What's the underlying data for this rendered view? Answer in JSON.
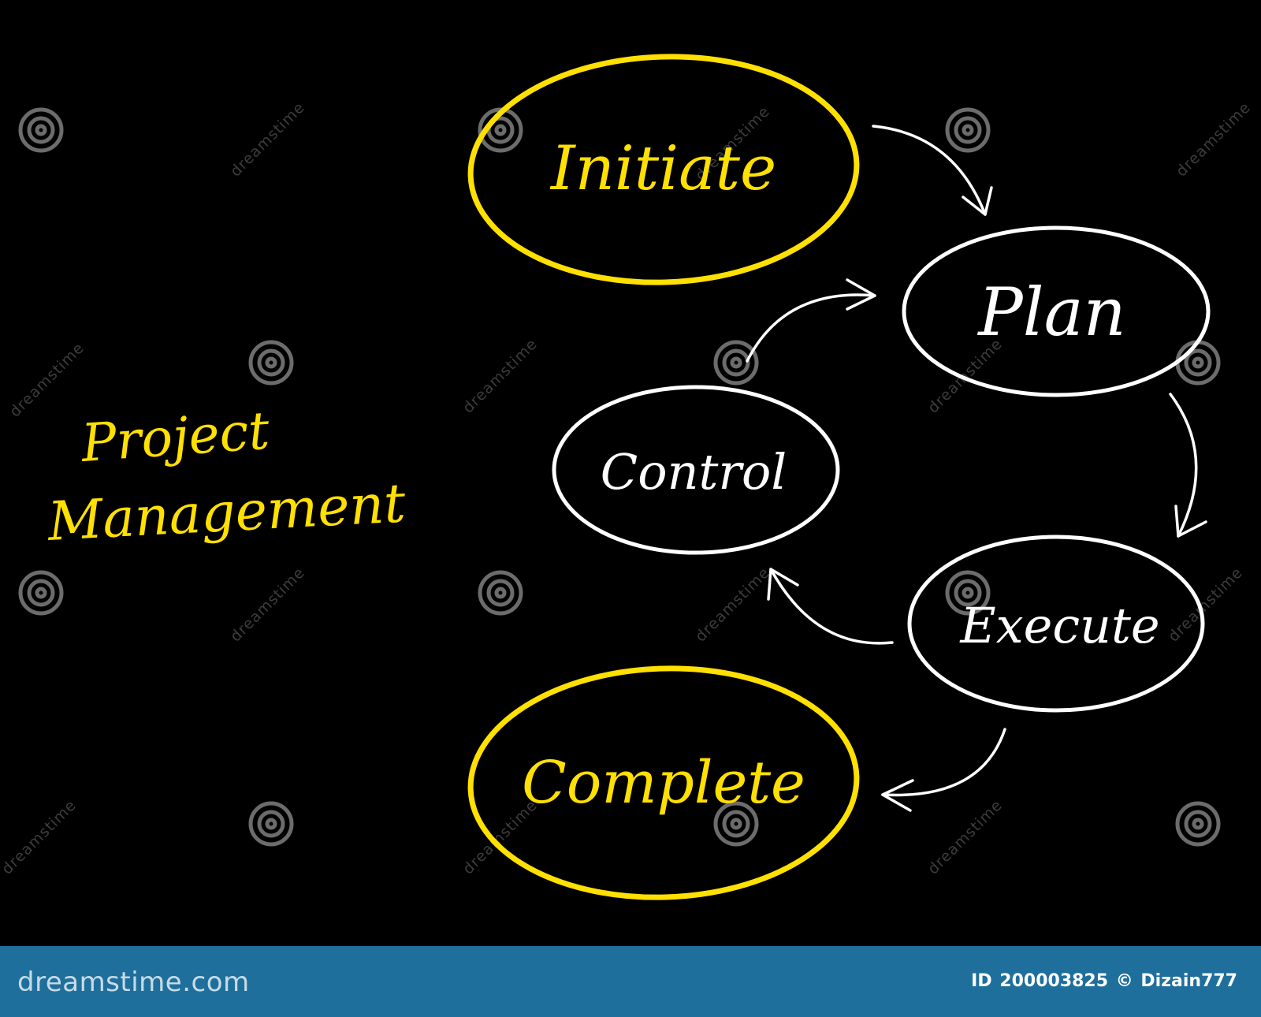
{
  "title": {
    "line1": "Project",
    "line2": "Management"
  },
  "nodes": [
    {
      "id": "initiate",
      "label": "Initiate",
      "color": "#ffe000"
    },
    {
      "id": "plan",
      "label": "Plan",
      "color": "#ffffff"
    },
    {
      "id": "execute",
      "label": "Execute",
      "color": "#ffffff"
    },
    {
      "id": "control",
      "label": "Control",
      "color": "#ffffff"
    },
    {
      "id": "complete",
      "label": "Complete",
      "color": "#ffe000"
    }
  ],
  "edges": [
    {
      "from": "initiate",
      "to": "plan"
    },
    {
      "from": "plan",
      "to": "execute"
    },
    {
      "from": "execute",
      "to": "control"
    },
    {
      "from": "control",
      "to": "plan"
    },
    {
      "from": "execute",
      "to": "complete"
    }
  ],
  "watermark": {
    "text": "dreamstime",
    "icon": "swirl-icon"
  },
  "footer": {
    "brand": "dreamstime.com",
    "id_label": "ID",
    "id_value": "200003825",
    "copyright": "©",
    "author": "Dizain777",
    "background_color": "#1f6f9c"
  },
  "colors": {
    "background": "#000000",
    "accent": "#ffe000",
    "line": "#ffffff"
  }
}
